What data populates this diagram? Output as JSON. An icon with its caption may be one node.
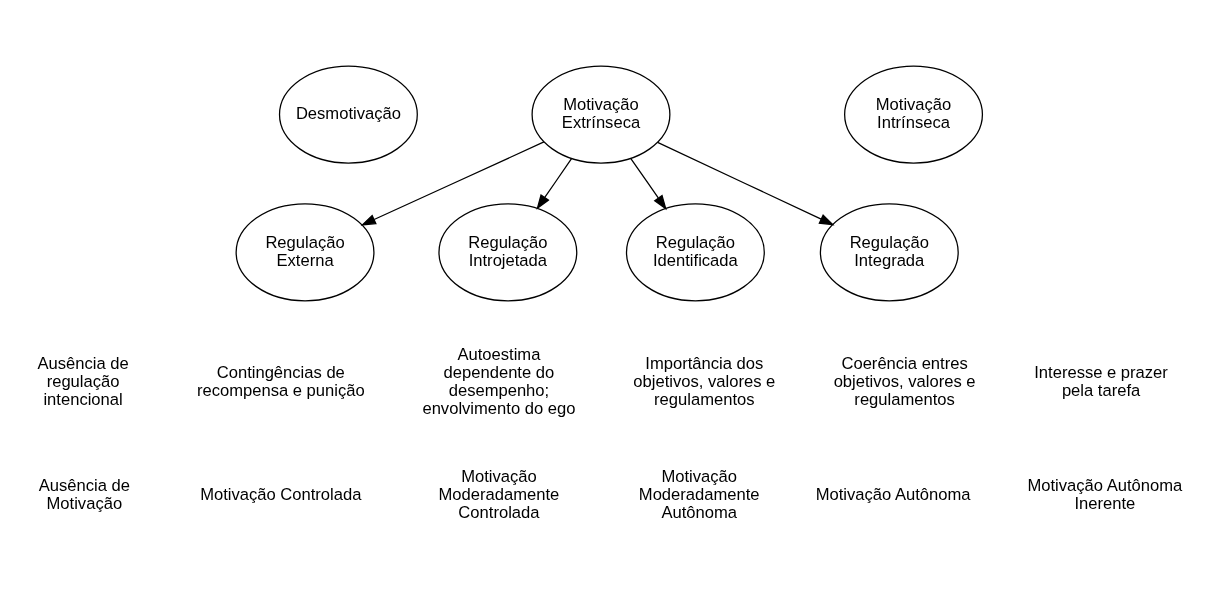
{
  "diagram": {
    "nodes": [
      {
        "text": [
          "Desmotivação"
        ]
      },
      {
        "text": [
          "Motivação Extrínseca"
        ]
      },
      {
        "text": [
          "Regulação Externa"
        ]
      },
      {
        "text": [
          "Regulação Introjetada"
        ]
      },
      {
        "text": [
          "Regulação Identificada"
        ]
      },
      {
        "text": [
          "Regulação Integrada"
        ]
      },
      {
        "text": [
          "Motivação Intrínseca"
        ]
      }
    ],
    "edges": [
      {
        "from": 1,
        "to": 2,
        "arrow": "to"
      },
      {
        "from": 1,
        "to": 3,
        "arrow": "to"
      },
      {
        "from": 1,
        "to": 4,
        "arrow": "to"
      },
      {
        "from": 1,
        "to": 5,
        "arrow": "to"
      }
    ],
    "labels": [
      "Ausência de regulação intencional",
      "Contingências de recompensa e punição",
      "Autoestima dependente do desempenho; envolvimento do ego",
      "Importância dos objetivos, valores e regulamentos",
      "Coerência entres objetivos, valores e regulamentos",
      "Interesse e prazer pela tarefa",
      "Ausência de Motivação",
      "Motivação Controlada",
      "Motivação Moderadamente Controlada",
      "Motivação Moderadamente Autônoma",
      "Motivação Autônoma",
      "Motivação Autônoma Inerente"
    ]
  }
}
